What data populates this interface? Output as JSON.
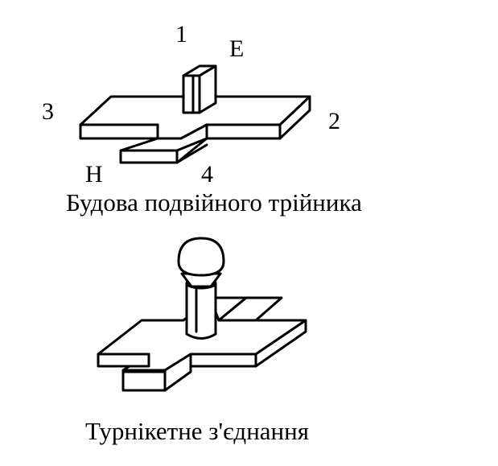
{
  "top_diagram": {
    "port_labels": {
      "p1": "1",
      "pE": "E",
      "p3": "3",
      "p2": "2",
      "pH": "H",
      "p4": "4"
    },
    "caption": "Будова подвійного трійника"
  },
  "bottom_diagram": {
    "caption": "Турнікетне з'єднання"
  }
}
